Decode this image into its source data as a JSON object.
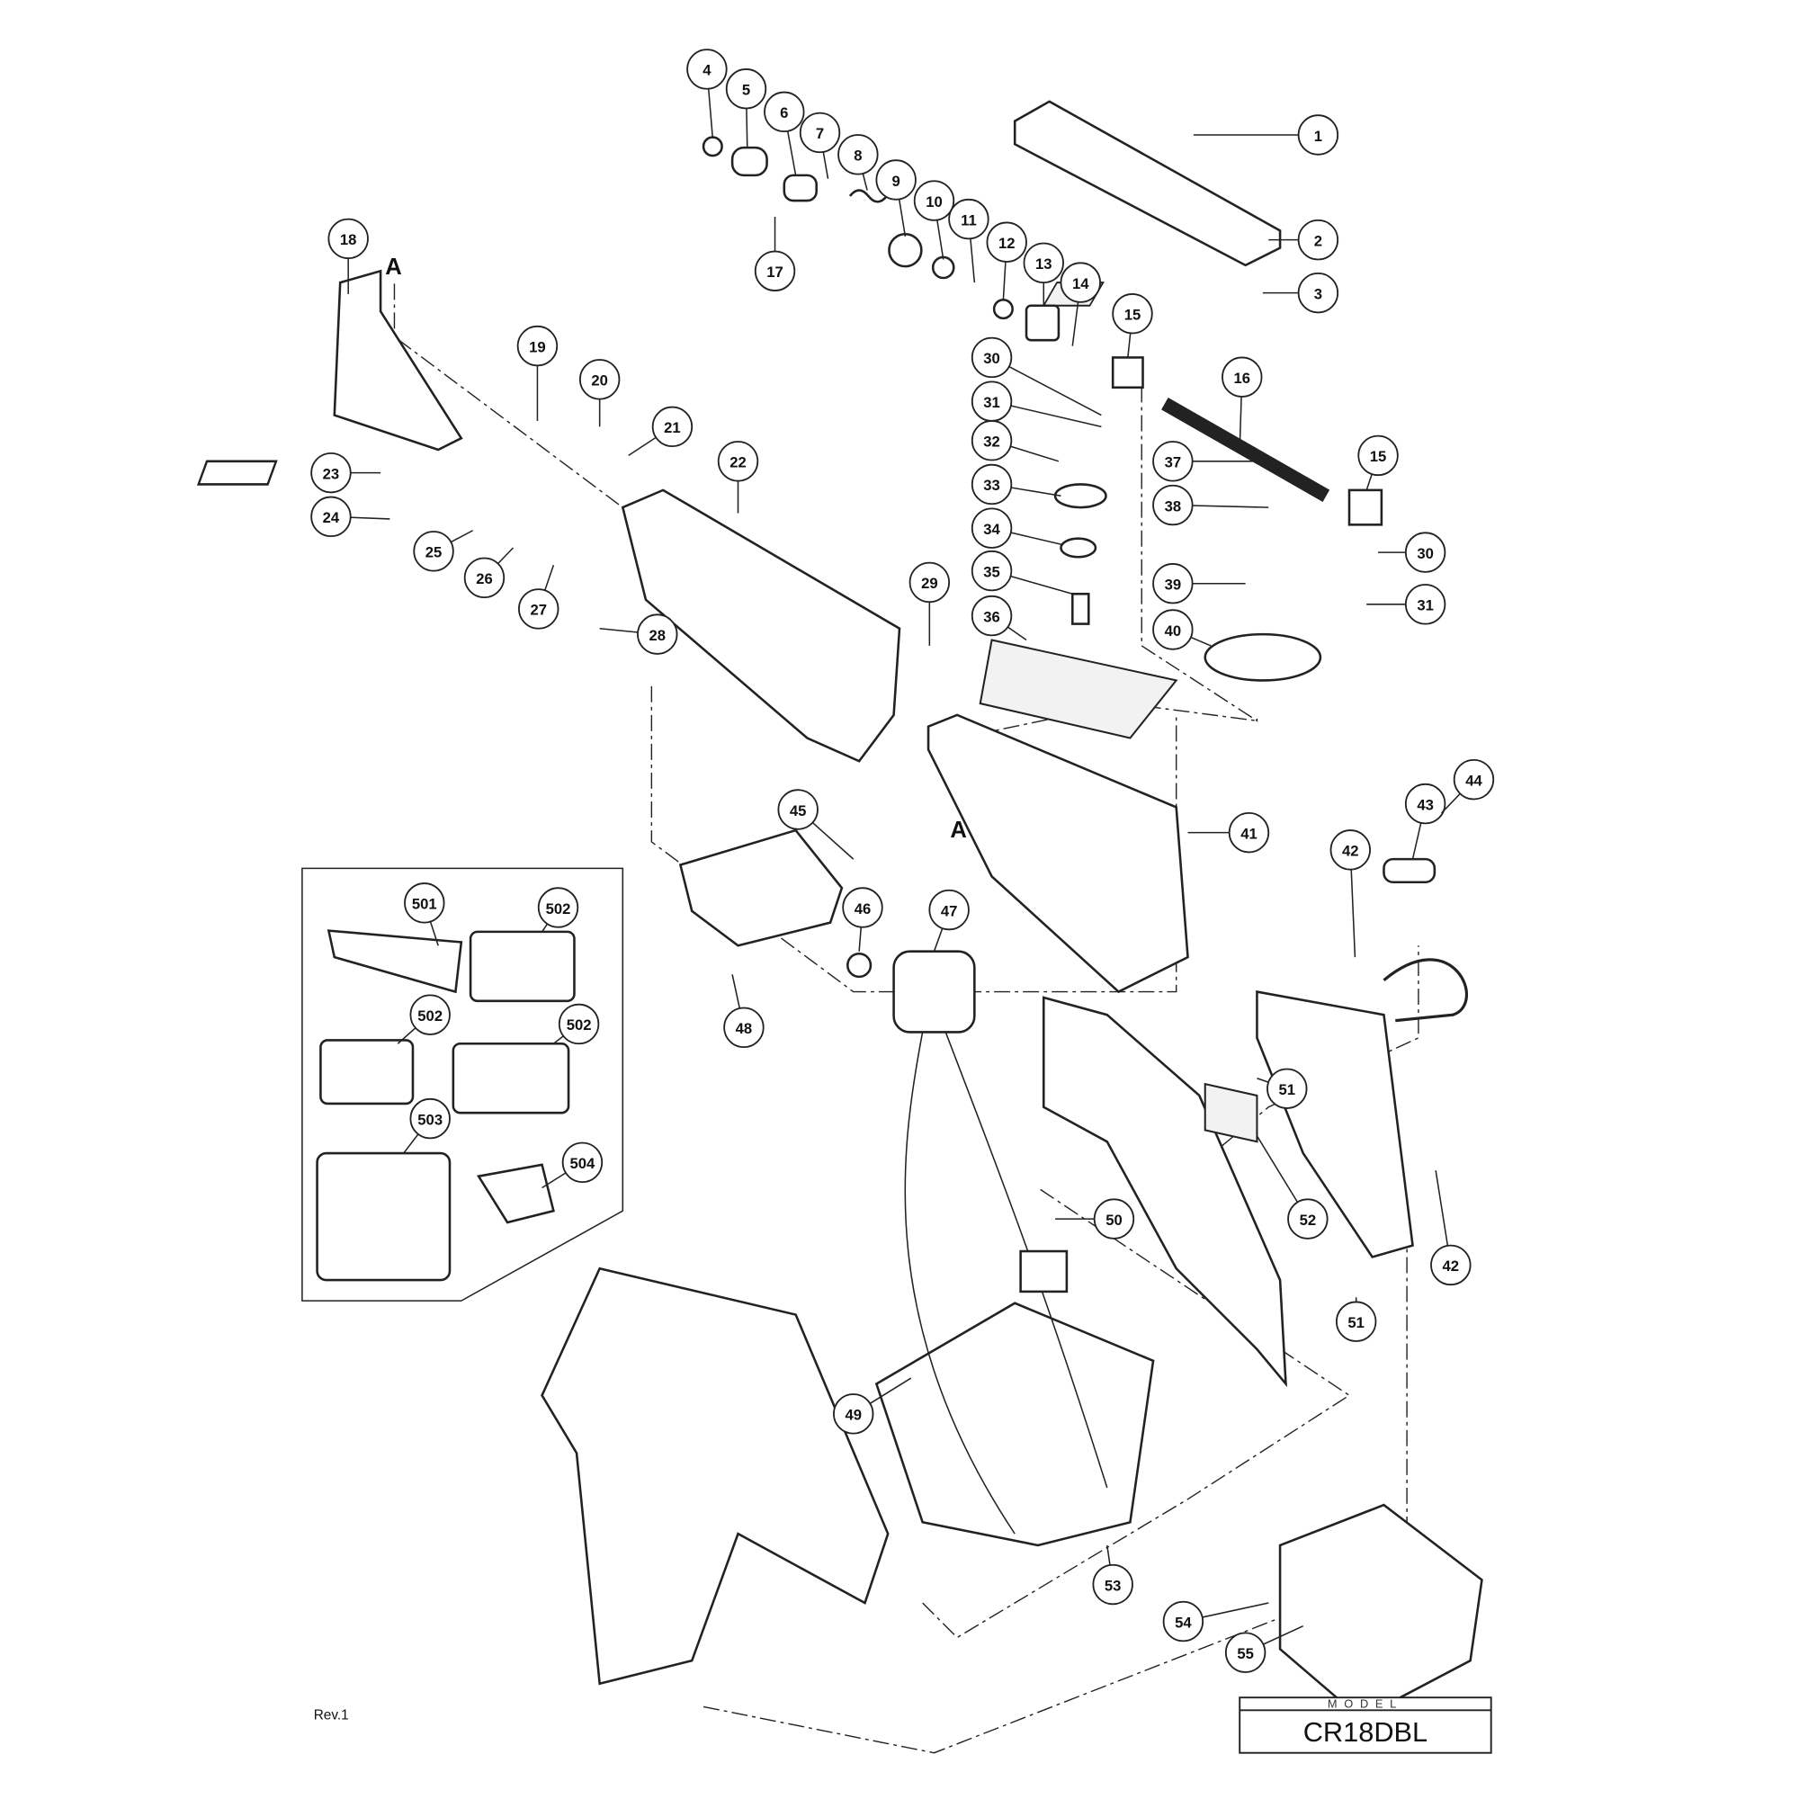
{
  "title": "Exploded parts diagram",
  "model_header": "MODEL",
  "model_name": "CR18DBL",
  "revision": "Rev.1",
  "section_markers": [
    "A",
    "A"
  ],
  "callouts": [
    "1",
    "2",
    "3",
    "4",
    "5",
    "6",
    "7",
    "8",
    "9",
    "10",
    "11",
    "12",
    "13",
    "14",
    "15",
    "16",
    "15",
    "17",
    "18",
    "19",
    "20",
    "21",
    "22",
    "23",
    "24",
    "25",
    "26",
    "27",
    "28",
    "29",
    "30",
    "31",
    "32",
    "33",
    "34",
    "35",
    "36",
    "37",
    "38",
    "39",
    "40",
    "30",
    "31",
    "41",
    "42",
    "43",
    "44",
    "45",
    "46",
    "47",
    "48",
    "49",
    "50",
    "51",
    "51",
    "52",
    "42",
    "53",
    "54",
    "55",
    "501",
    "502",
    "502",
    "502",
    "503",
    "504"
  ]
}
